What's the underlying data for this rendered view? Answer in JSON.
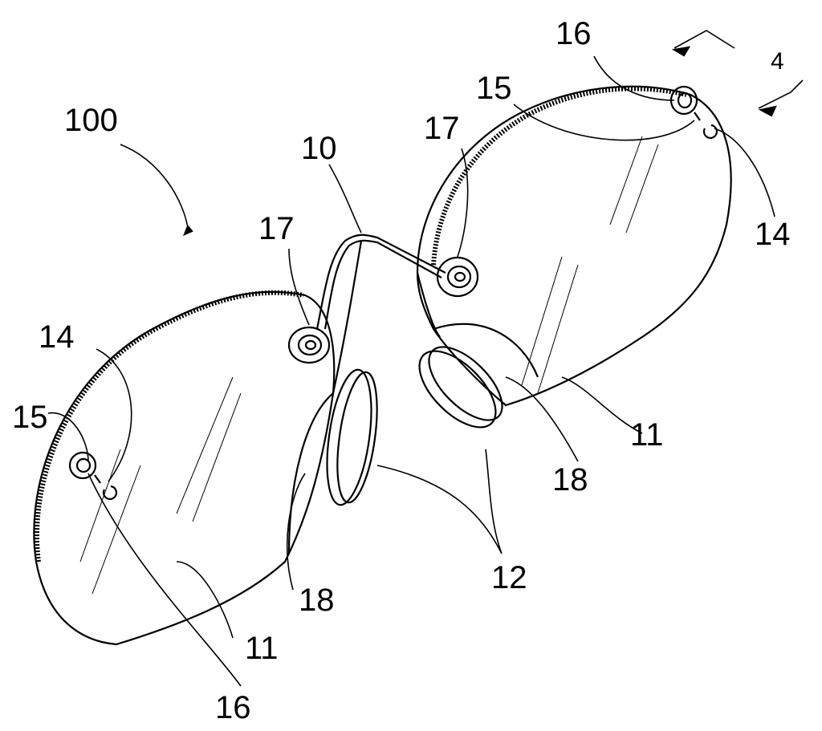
{
  "figure": {
    "ref_assembly": "100",
    "ref_bridge": "10",
    "ref_lens_left": "11",
    "ref_lens_right": "11",
    "ref_nose_pads": "12",
    "ref_clip_left": "14",
    "ref_clip_right": "14",
    "ref_hole_left": "15",
    "ref_hole_right": "15",
    "ref_grommet_left": "16",
    "ref_grommet_right": "16",
    "ref_bridge_mount_left": "17",
    "ref_bridge_mount_right": "17",
    "ref_edge_left": "18",
    "ref_edge_right": "18",
    "section_marker": "4"
  },
  "colors": {
    "ink": "#000000",
    "paper": "#ffffff"
  }
}
